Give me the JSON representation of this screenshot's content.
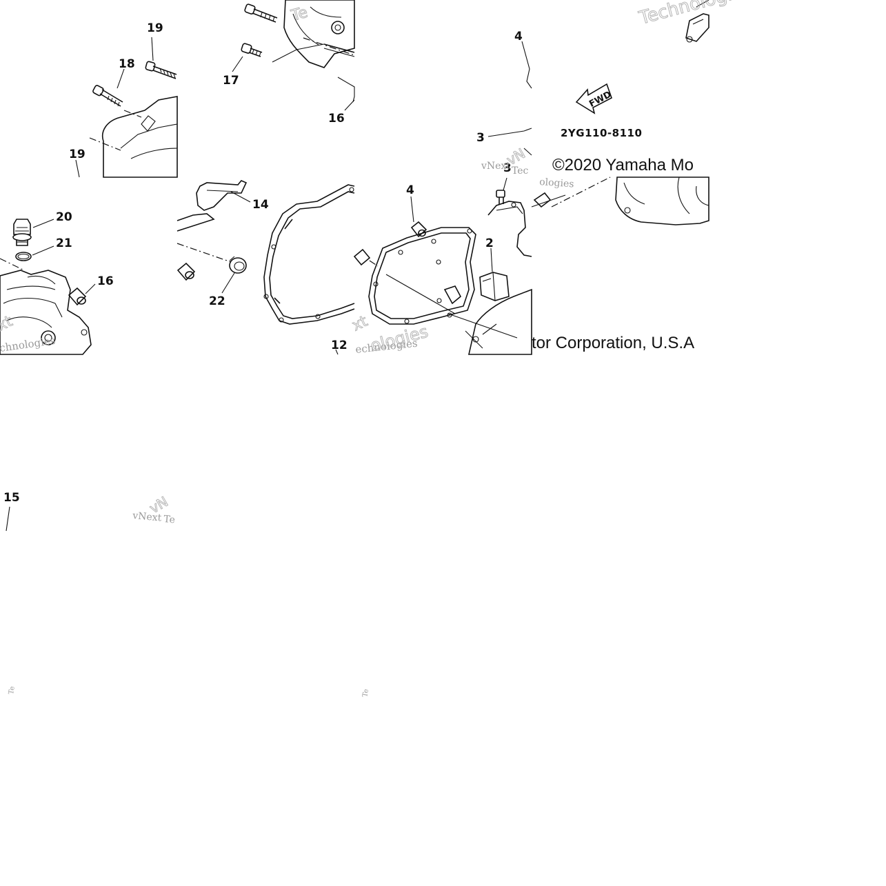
{
  "diagram": {
    "callouts": [
      "19",
      "18",
      "19",
      "17",
      "16",
      "4",
      "3",
      "3",
      "20",
      "21",
      "16",
      "14",
      "22",
      "12",
      "4",
      "2",
      "15"
    ],
    "part_number": "2YG110-8110",
    "fwd_label": "FWD",
    "copyright_line1": "©2020 Yamaha Mo",
    "copyright_line2": "tor Corporation, U.S.A",
    "watermark_brand": "vNext",
    "watermark_text": "Technologies",
    "watermark_partial": [
      "Te",
      "Tec",
      "chnologies",
      "echnologies",
      "ologies",
      "xt",
      "vN"
    ]
  }
}
